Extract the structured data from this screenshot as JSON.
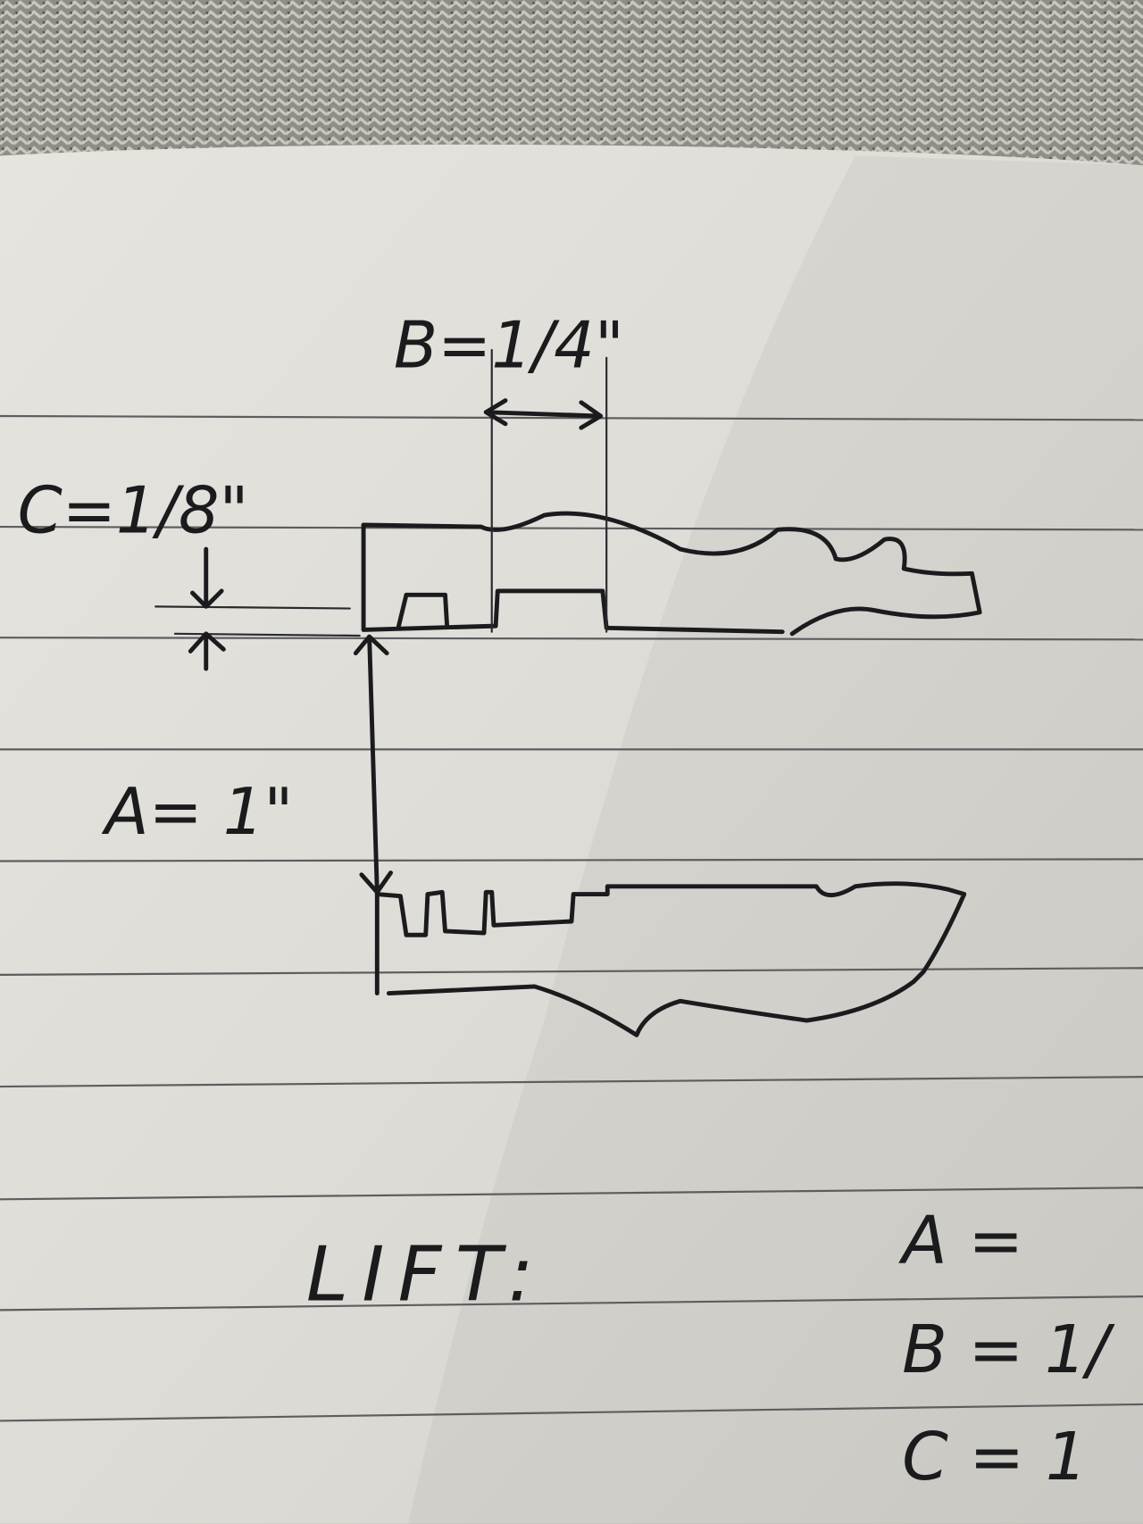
{
  "labels": {
    "b_dim": "B=1/4\"",
    "c_dim": "C=1/8\"",
    "a_dim": "A= 1\"",
    "lift_heading": "LIFT:",
    "lift_a": "A =",
    "lift_b": "B = 1/",
    "lift_c": "C = 1"
  },
  "colors": {
    "paper": "#e4e2dc",
    "ink": "#1b1b1e",
    "rule": "#5d5d60",
    "carpet": "#8f8f88"
  }
}
